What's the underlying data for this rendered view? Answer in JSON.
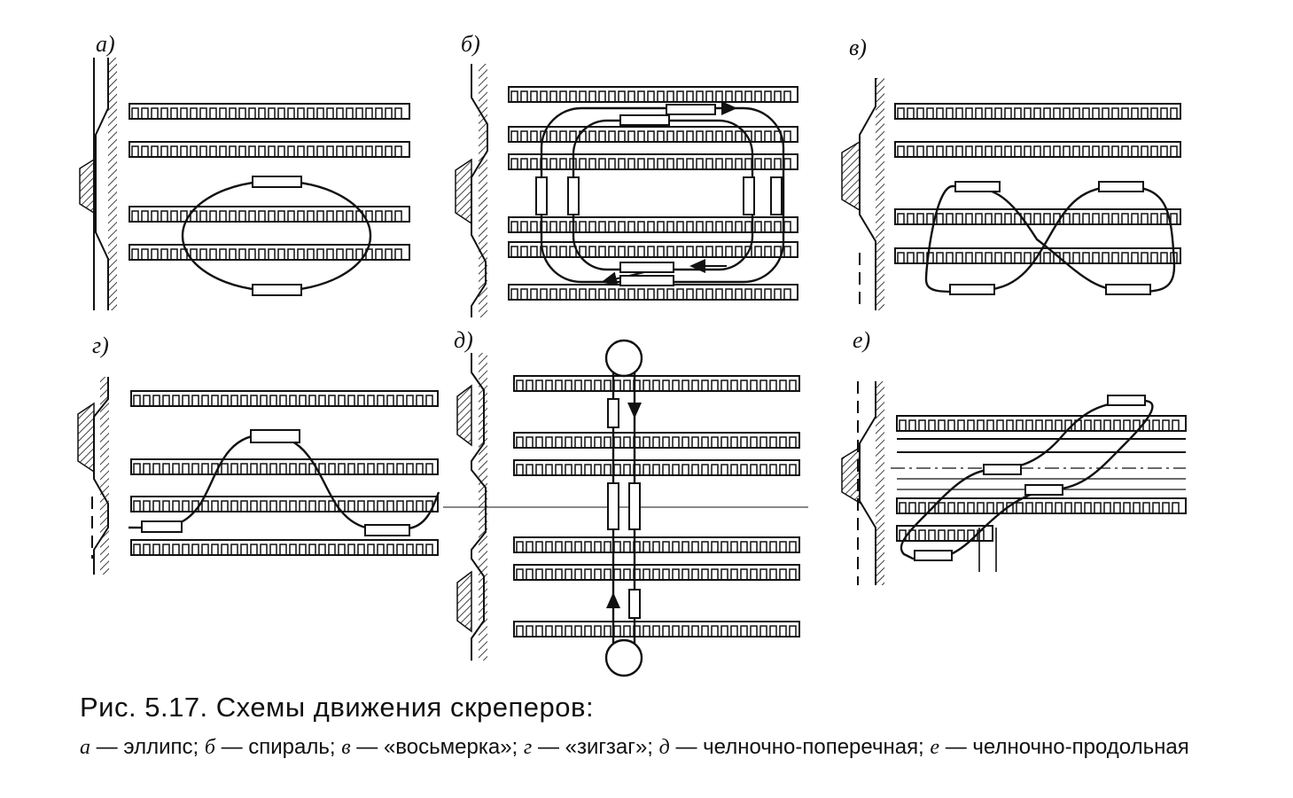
{
  "figure": {
    "panels": [
      {
        "id": "a",
        "label": "а)"
      },
      {
        "id": "b",
        "label": "б)"
      },
      {
        "id": "v",
        "label": "в)"
      },
      {
        "id": "g",
        "label": "г)"
      },
      {
        "id": "d",
        "label": "д)"
      },
      {
        "id": "e",
        "label": "е)"
      }
    ]
  },
  "caption": {
    "title": "Рис.  5.17. Схемы движения скреперов:",
    "legend": [
      {
        "letter": "а",
        "dash": "—",
        "text": "эллипс;"
      },
      {
        "letter": "б",
        "dash": "—",
        "text": "спираль;"
      },
      {
        "letter": "в",
        "dash": "—",
        "text": "«восьмерка»;"
      },
      {
        "letter": "г",
        "dash": "—",
        "text": "«зигзаг»;"
      },
      {
        "letter": "д",
        "dash": "—",
        "text": "челночно-поперечная;"
      },
      {
        "letter": "е",
        "dash": "—",
        "text": "челночно-продольная"
      }
    ]
  }
}
